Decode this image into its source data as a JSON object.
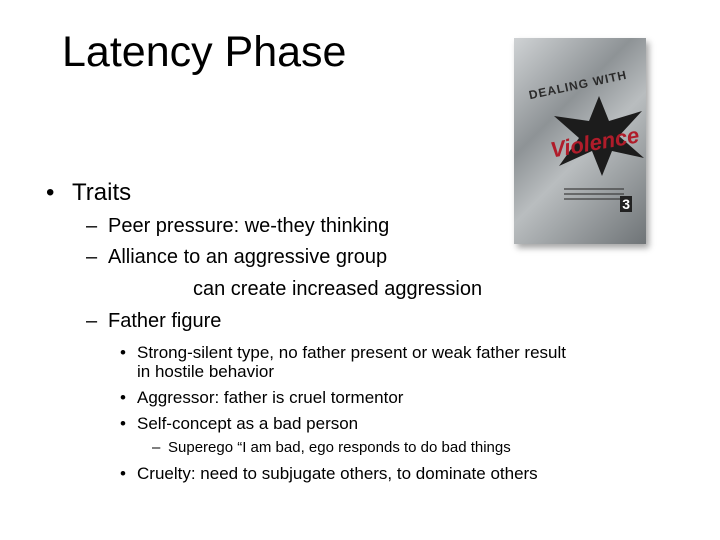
{
  "slide": {
    "title": "Latency Phase",
    "image": {
      "description": "Book cover: Dealing With Violence",
      "top_text": "DEALING WITH",
      "main_text": "Violence",
      "badge": "3"
    },
    "bullets": {
      "level1_marker": "•",
      "level2_marker": "–",
      "traits": "Traits",
      "peer_pressure": "Peer pressure:  we-they thinking",
      "alliance": "Alliance to an aggressive group",
      "alliance_cont": "can create increased aggression",
      "father_figure": "Father figure",
      "strong_silent_1": "Strong-silent type, no father present or weak father result",
      "strong_silent_2": "in hostile behavior",
      "aggressor": "Aggressor:  father is cruel tormentor",
      "self_concept": "Self-concept as a bad person",
      "superego": "Superego “I am bad, ego responds to do bad things",
      "cruelty": "Cruelty:  need to subjugate others, to dominate others"
    }
  }
}
